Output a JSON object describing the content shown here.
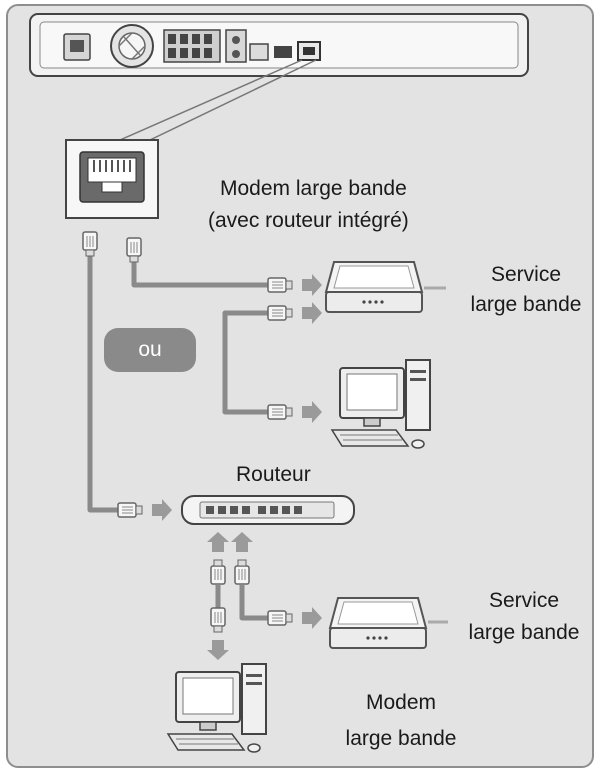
{
  "labels": {
    "modem_title_line1": "Modem large bande",
    "modem_title_line2": "(avec routeur intégré)",
    "service_top_line1": "Service",
    "service_top_line2": "large bande",
    "ou": "ou",
    "routeur": "Routeur",
    "service_bottom_line1": "Service",
    "service_bottom_line2": "large bande",
    "modem_bottom_line1": "Modem",
    "modem_bottom_line2": "large bande"
  },
  "colors": {
    "background": "#e3e3e3",
    "cable": "#8a8a8a",
    "arrow": "#9a9a9a",
    "device_body": "#f4f4f4",
    "device_outline": "#555555"
  },
  "icons": {
    "lan_port": "ethernet-port-icon",
    "connector": "rj45-plug-icon",
    "modem": "modem-icon",
    "computer": "computer-icon",
    "router": "router-icon"
  }
}
